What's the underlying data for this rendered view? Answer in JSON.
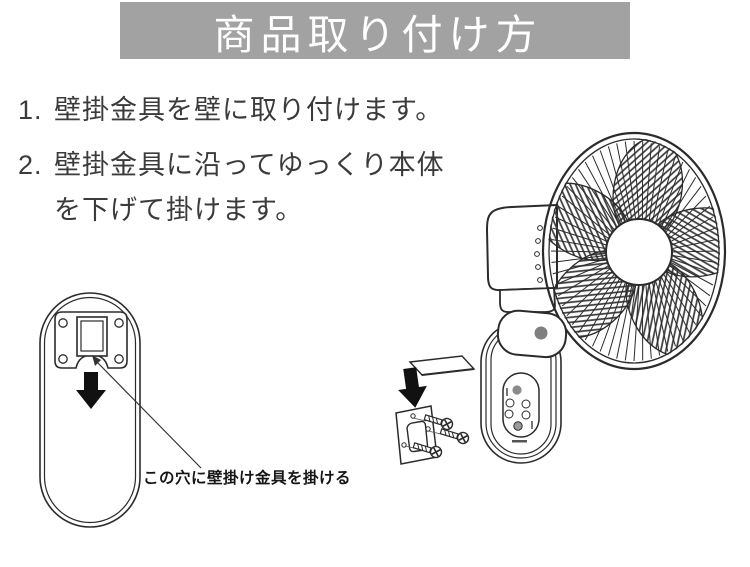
{
  "header": {
    "title": "商品取り付け方"
  },
  "steps": [
    {
      "number": "1.",
      "text": "壁掛金具を壁に取り付けます。"
    },
    {
      "number": "2.",
      "text": "壁掛金具に沿ってゆっくり本体\nを下げて掛けます。"
    }
  ],
  "callout": {
    "label": "この穴に壁掛け金具を掛ける"
  },
  "colors": {
    "banner_bg": "#a2a2a2",
    "banner_text": "#ffffff",
    "body_text": "#3b3b3b",
    "line_art": "#2b2b2b",
    "pivot_gray": "#7f7f7f"
  }
}
